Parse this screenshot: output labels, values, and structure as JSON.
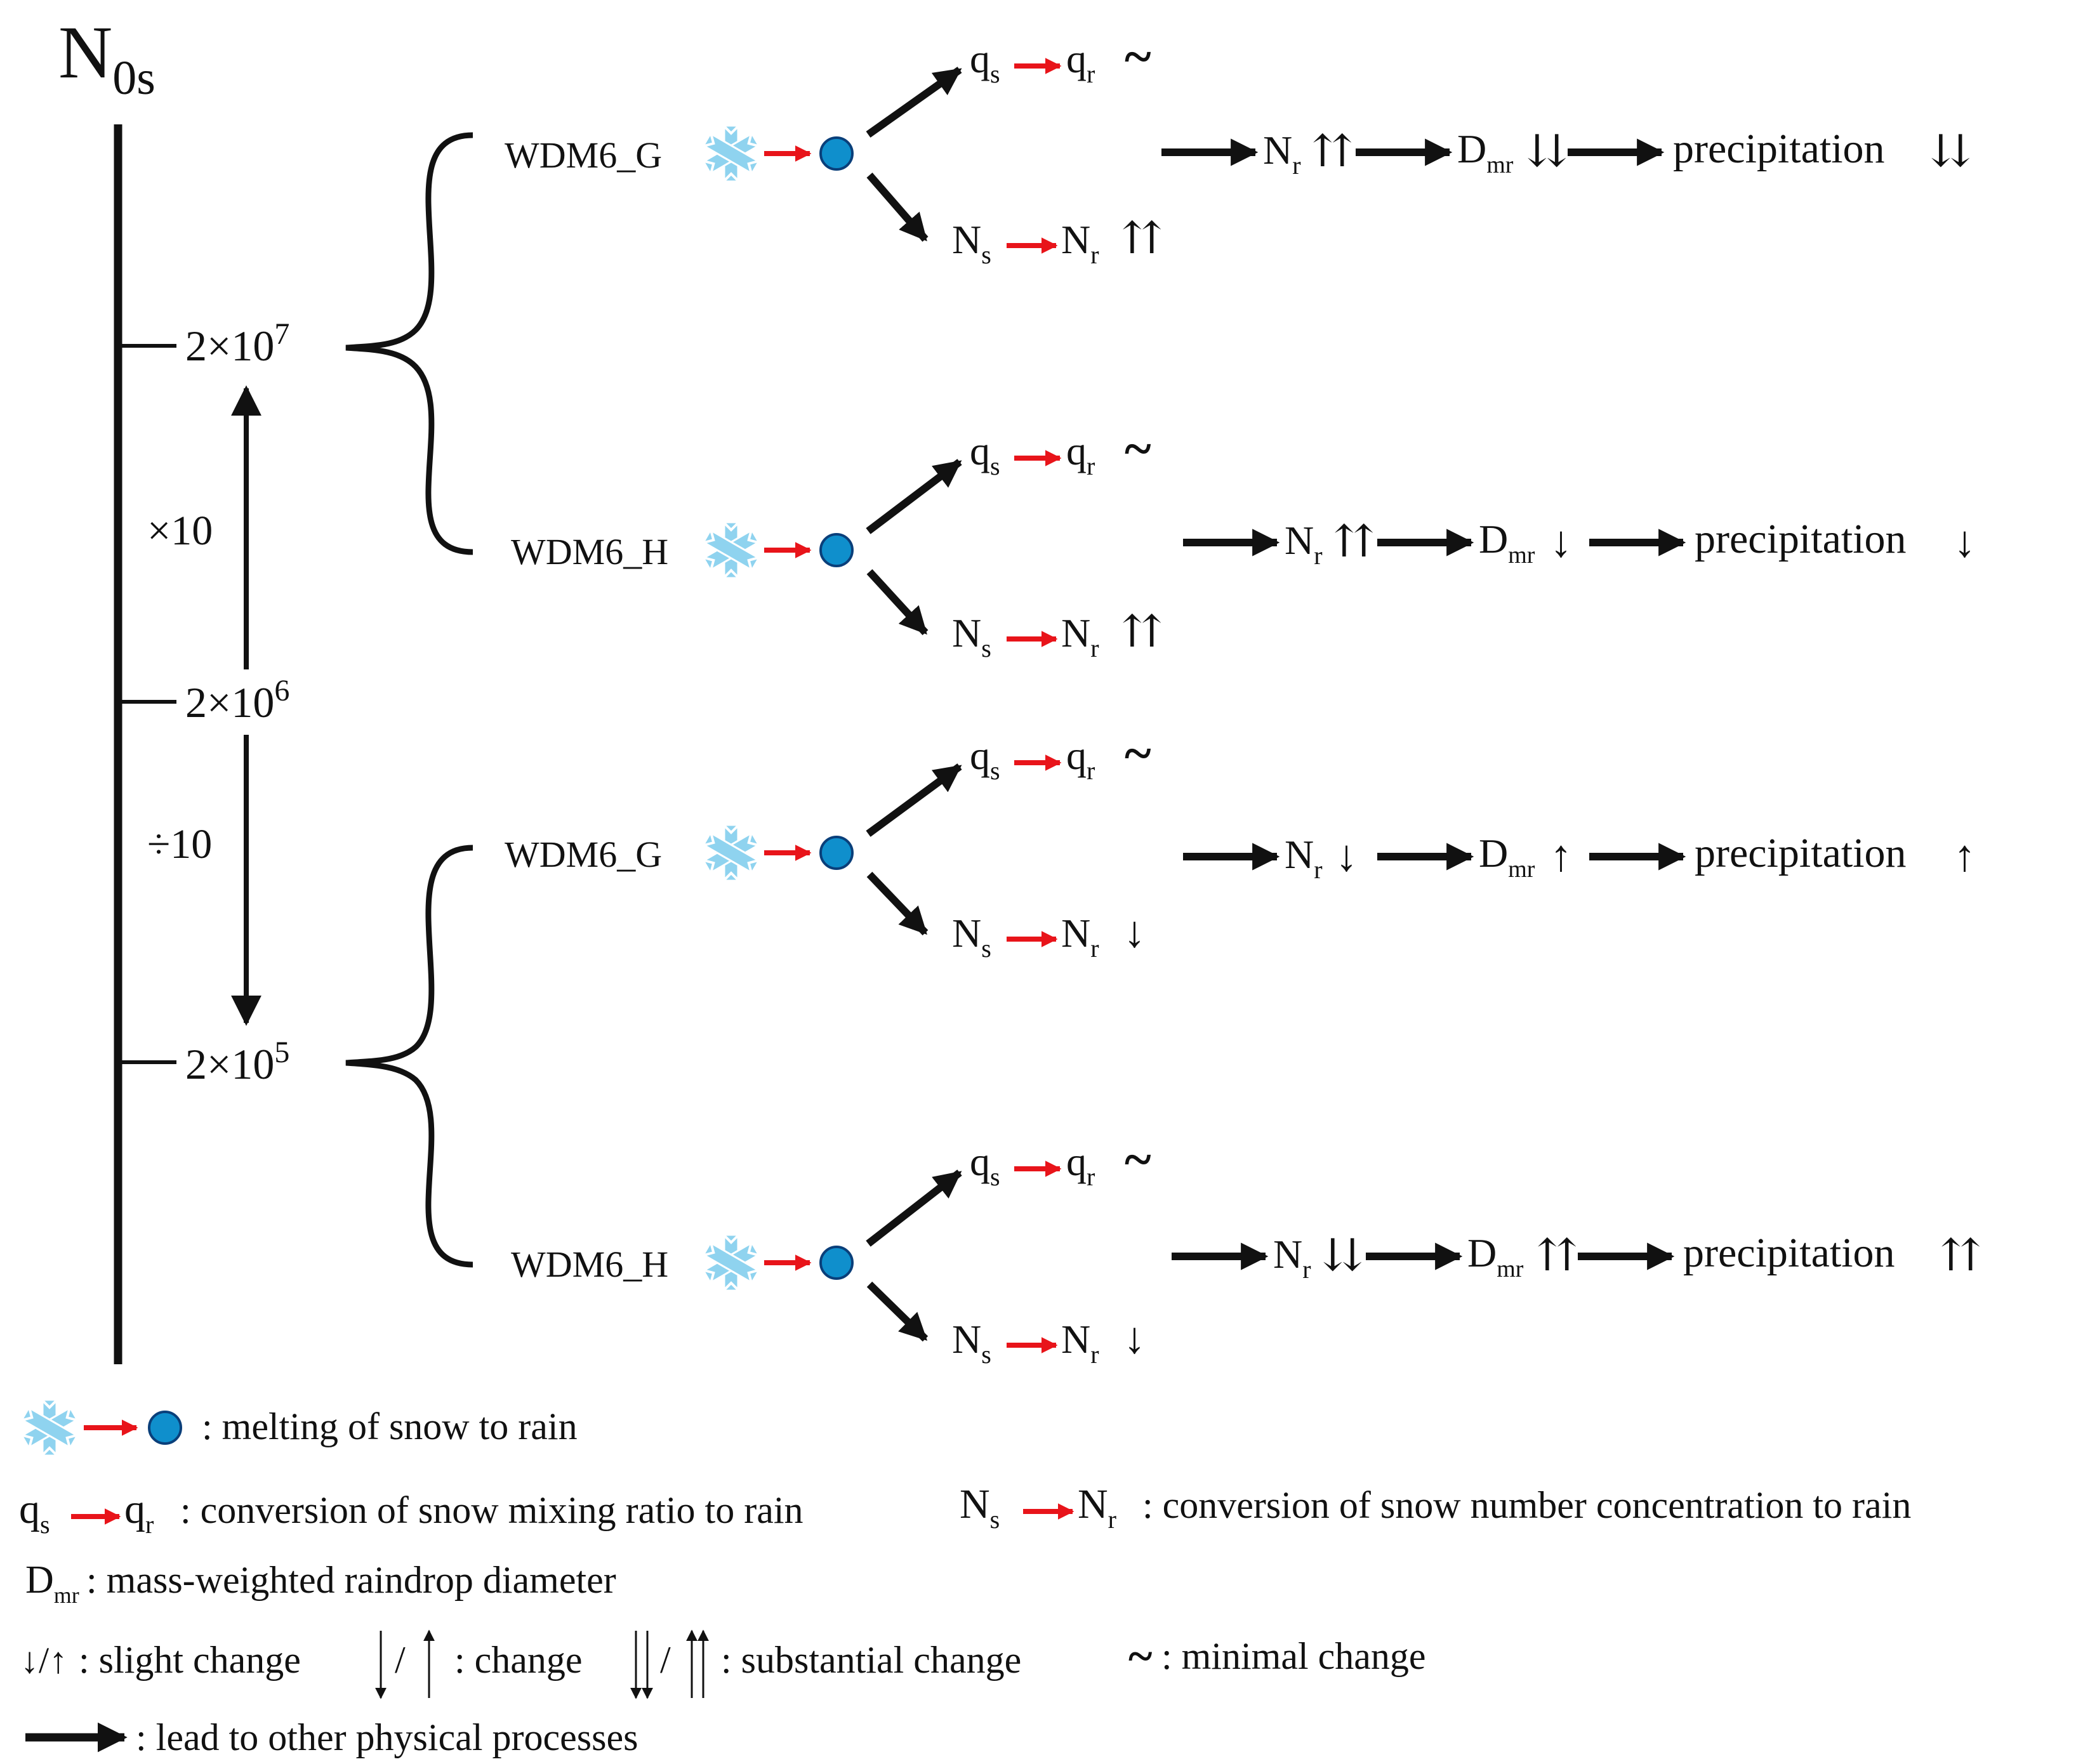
{
  "axis": {
    "title_main": "N",
    "title_sub": "0s",
    "ticks": [
      {
        "base": "2×10",
        "exp": "7"
      },
      {
        "base": "2×10",
        "exp": "6"
      },
      {
        "base": "2×10",
        "exp": "5"
      }
    ],
    "scale_up_label": "×10",
    "scale_down_label": "÷10"
  },
  "rows": [
    {
      "scheme": "WDM6_G",
      "q_change": "~",
      "n_change": "⇈",
      "nr_change": "⇈",
      "dmr_change": "⇊",
      "precip_change": "⇊"
    },
    {
      "scheme": "WDM6_H",
      "q_change": "~",
      "n_change": "⇈",
      "nr_change": "⇈",
      "dmr_change": "↓",
      "precip_change": "↓"
    },
    {
      "scheme": "WDM6_G",
      "q_change": "~",
      "n_change": "↓",
      "nr_change": "↓",
      "dmr_change": "↑",
      "precip_change": "↑"
    },
    {
      "scheme": "WDM6_H",
      "q_change": "~",
      "n_change": "↓",
      "nr_change": "⇊",
      "dmr_change": "⇈",
      "precip_change": "⇈"
    }
  ],
  "symbols": {
    "qs": "q",
    "qs_sub": "s",
    "qr": "q",
    "qr_sub": "r",
    "ns": "N",
    "ns_sub": "s",
    "nr": "N",
    "nr_sub": "r",
    "dmr": "D",
    "dmr_sub": "mr",
    "precipitation": "precipitation"
  },
  "legend": {
    "melting": ": melting of snow to rain",
    "q_conversion": ": conversion of snow mixing ratio to rain",
    "n_conversion": ": conversion of snow number concentration to rain",
    "dmr_text": ": mass-weighted raindrop diameter",
    "slight_symbol": "↓/↑",
    "slight_text": ": slight change",
    "change_text": ": change",
    "substantial_text": ": substantial change",
    "minimal_symbol": "~",
    "minimal_text": ": minimal change",
    "arrow_text": ": lead to other physical processes"
  },
  "colors": {
    "ink": "#111111",
    "red_arrow": "#e8141a",
    "raindrop_fill": "#0f8fcc",
    "raindrop_stroke": "#0a3f7a",
    "snow": "#8fd3ef"
  },
  "icons": [
    "snowflake-icon",
    "raindrop-icon",
    "red-arrow-icon",
    "black-arrow-icon",
    "up-down-arrows-icon",
    "curly-brace-icon"
  ]
}
